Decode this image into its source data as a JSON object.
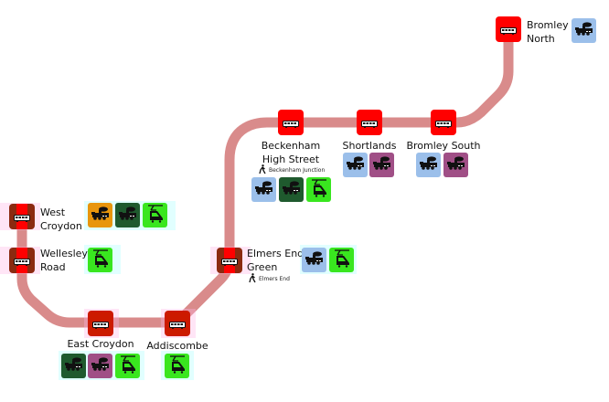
{
  "colors": {
    "route_line": "#d98b8b",
    "bus_stop": "#ff0000",
    "national_rail_light": "#9bbfea",
    "national_rail_purple": "#a04f86",
    "national_rail_dark_green": "#1f5a2e",
    "overground_orange": "#e8960c",
    "tram_green": "#39e61f"
  },
  "stations": [
    {
      "id": "bromley-north",
      "name_line1": "Bromley",
      "name_line2": "North",
      "modes": [
        {
          "type": "train",
          "color": "#9bbfea"
        }
      ],
      "walk": null
    },
    {
      "id": "bromley-south",
      "name_line1": "Bromley South",
      "name_line2": "",
      "modes": [
        {
          "type": "train",
          "color": "#9bbfea"
        },
        {
          "type": "train",
          "color": "#a04f86"
        }
      ],
      "walk": null
    },
    {
      "id": "shortlands",
      "name_line1": "Shortlands",
      "name_line2": "",
      "modes": [
        {
          "type": "train",
          "color": "#9bbfea"
        },
        {
          "type": "train",
          "color": "#a04f86"
        }
      ],
      "walk": null
    },
    {
      "id": "beckenham-high-street",
      "name_line1": "Beckenham",
      "name_line2": "High Street",
      "modes": [
        {
          "type": "train",
          "color": "#9bbfea"
        },
        {
          "type": "train",
          "color": "#1f5a2e"
        },
        {
          "type": "tram",
          "color": "#39e61f"
        }
      ],
      "walk": "Beckenham Junction"
    },
    {
      "id": "elmers-end-green",
      "name_line1": "Elmers End",
      "name_line2": "Green",
      "modes": [
        {
          "type": "train",
          "color": "#9bbfea"
        },
        {
          "type": "tram",
          "color": "#39e61f"
        }
      ],
      "walk": "Elmers End"
    },
    {
      "id": "addiscombe",
      "name_line1": "Addiscombe",
      "name_line2": "",
      "modes": [
        {
          "type": "tram",
          "color": "#39e61f"
        }
      ],
      "walk": null
    },
    {
      "id": "east-croydon",
      "name_line1": "East Croydon",
      "name_line2": "",
      "modes": [
        {
          "type": "train",
          "color": "#1f5a2e"
        },
        {
          "type": "train",
          "color": "#a04f86"
        },
        {
          "type": "tram",
          "color": "#39e61f"
        }
      ],
      "walk": null
    },
    {
      "id": "wellesley-road",
      "name_line1": "Wellesley",
      "name_line2": "Road",
      "modes": [
        {
          "type": "tram",
          "color": "#39e61f"
        }
      ],
      "walk": null
    },
    {
      "id": "west-croydon",
      "name_line1": "West",
      "name_line2": "Croydon",
      "modes": [
        {
          "type": "train",
          "color": "#e8960c"
        },
        {
          "type": "train",
          "color": "#1f5a2e"
        },
        {
          "type": "tram",
          "color": "#39e61f"
        }
      ],
      "walk": null
    }
  ]
}
